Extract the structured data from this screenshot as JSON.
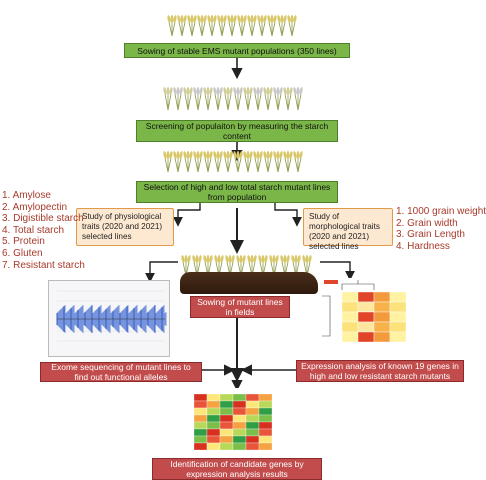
{
  "steps": {
    "sowing_stable": "Sowing of stable EMS mutant populations (350 lines)",
    "screening": "Screening of populaiton by measuring the starch content",
    "selection": "Selection of high and low total starch mutant lines from population",
    "physiological": "Study of physiological traits (2020 and 2021) selected lines",
    "morphological": "Study of morphological traits (2020 and 2021) selected lines",
    "sowing_mutant": "Sowing of mutant lines in fields",
    "exome": "Exome sequencing of mutant lines to find out functional alleles",
    "expression": "Expression analysis of known 19 genes in high and low resistant starch mutants",
    "identification": "Identification of candidate genes by expression analysis results"
  },
  "physiological_traits": [
    "1. Amylose",
    "2. Amylopectin",
    "3. Digistible starch",
    "4. Total starch",
    "5. Protein",
    "6. Gluten",
    "7. Resistant starch"
  ],
  "morphological_traits": [
    "1. 1000 grain weight",
    "2. Grain width",
    "3. Grain Length",
    "4. Hardness"
  ],
  "colors": {
    "green_box": "#7ab648",
    "red_box": "#c24c4c",
    "orange_border": "#e09a4a",
    "trait_text": "#a83a2c",
    "heatmap_low": "#fff2a0",
    "heatmap_high": "#d7301f",
    "heatmap_mid": "#7bbf4a"
  },
  "icons": [
    "wheat-plant-icon",
    "soil-field-icon",
    "sequencing-plot-icon",
    "heatmap-icon"
  ]
}
